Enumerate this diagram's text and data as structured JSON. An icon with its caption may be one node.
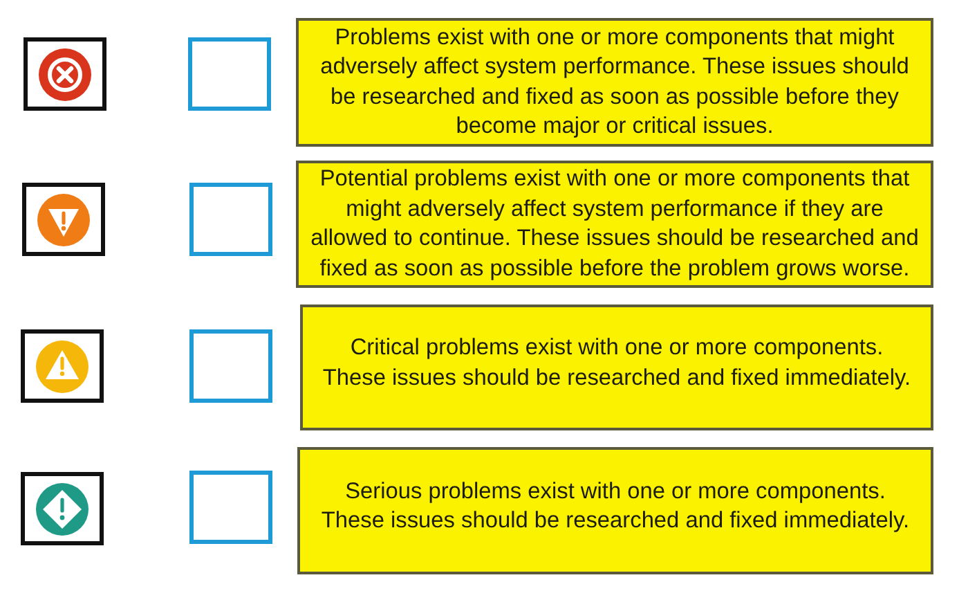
{
  "diagram": {
    "nodes": [
      {
        "text": [
          "Problems exist with one or more components that might adversely affect system performance. These issues should be researched and fixed as soon as possible before they become major or critical issues."
        ]
      },
      {
        "text": [
          "Potential problems exist with one or more components that might adversely affect system performance if they are allowed to continue. These issues should be researched and fixed as soon as possible before the problem grows worse."
        ]
      },
      {
        "text": [
          "Critical problems exist with one or more components. These issues should be researched and fixed immediately."
        ]
      },
      {
        "text": [
          "Serious problems exist with one or more components. These issues should be researched and fixed immediately."
        ]
      }
    ]
  }
}
